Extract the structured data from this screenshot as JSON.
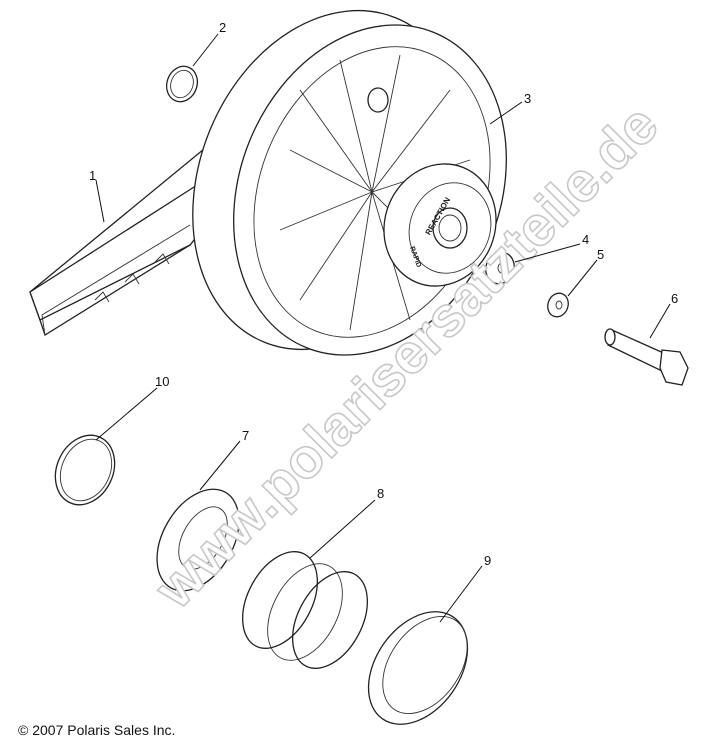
{
  "diagram": {
    "watermark": "www.polarisersatzteile.de",
    "hub_label": "REACTION",
    "hub_label_small": "RAPID",
    "callouts": [
      {
        "number": "1"
      },
      {
        "number": "2"
      },
      {
        "number": "3"
      },
      {
        "number": "4"
      },
      {
        "number": "5"
      },
      {
        "number": "6"
      },
      {
        "number": "7"
      },
      {
        "number": "8"
      },
      {
        "number": "9"
      },
      {
        "number": "10"
      }
    ]
  },
  "footer": {
    "copyright": "© 2007 Polaris Sales Inc."
  }
}
